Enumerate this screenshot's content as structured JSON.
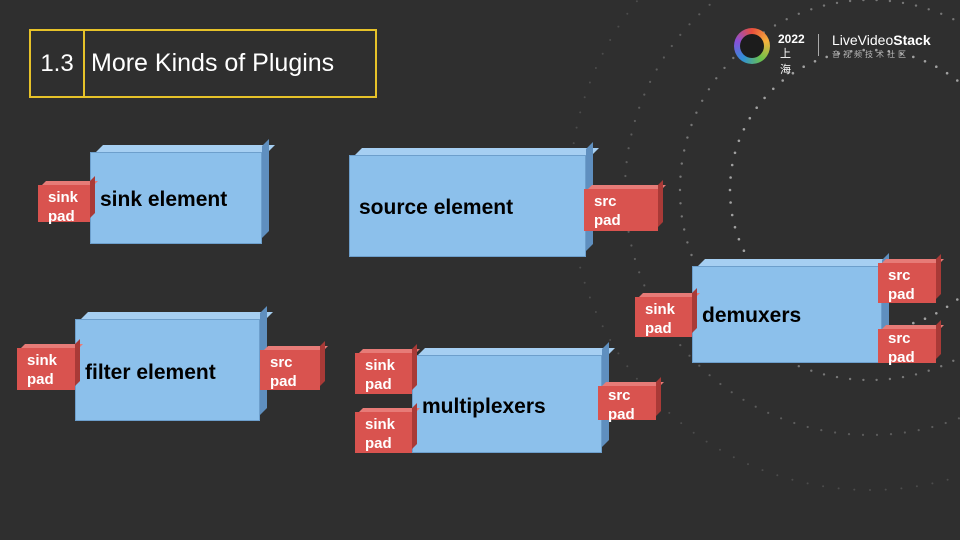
{
  "slide": {
    "section_number": "1.3",
    "title": "More Kinds of Plugins"
  },
  "logo": {
    "year": "2022",
    "city": "上海",
    "brand_part1": "LiveVideo",
    "brand_part2": "Stack",
    "brand_sub": "音视频技术社区"
  },
  "colors": {
    "background": "#2f2f2f",
    "title_border": "#e6c229",
    "element_fill": "#8cc0eb",
    "pad_fill": "#d9534f"
  },
  "elements": {
    "sink": {
      "label": "sink element",
      "pads": {
        "sink": "sink\npad"
      }
    },
    "source": {
      "label": "source element",
      "pads": {
        "src": "src\npad"
      }
    },
    "filter": {
      "label": "filter element",
      "pads": {
        "sink": "sink\npad",
        "src": "src\npad"
      }
    },
    "multiplexers": {
      "label": "multiplexers",
      "pads": {
        "sink1": "sink\npad",
        "sink2": "sink\npad",
        "src": "src\npad"
      }
    },
    "demuxers": {
      "label": "demuxers",
      "pads": {
        "sink": "sink\npad",
        "src1": "src\npad",
        "src2": "src\npad"
      }
    }
  }
}
